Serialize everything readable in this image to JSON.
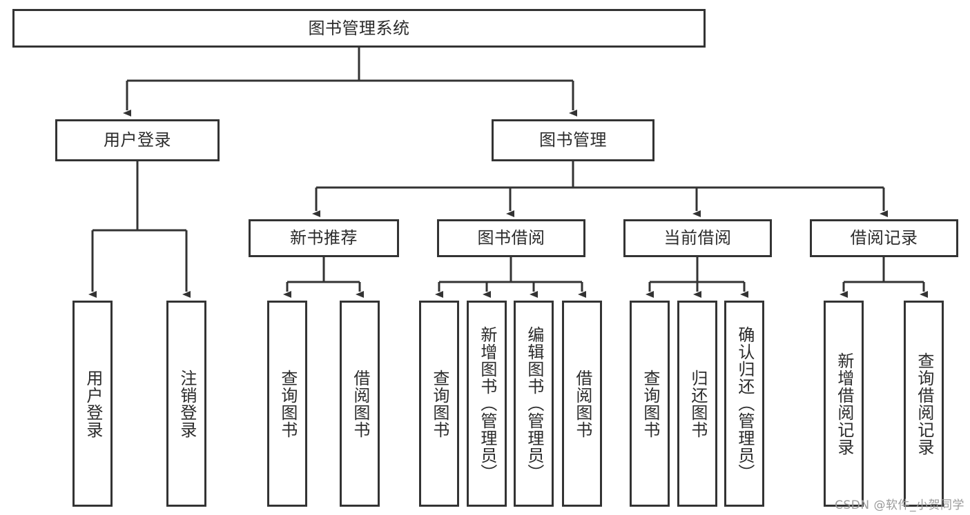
{
  "diagram": {
    "title": "图书管理系统",
    "type": "hierarchy-tree",
    "root": {
      "label": "图书管理系统"
    },
    "level1": [
      {
        "label": "用户登录"
      },
      {
        "label": "图书管理"
      }
    ],
    "level2": [
      {
        "label": "新书推荐"
      },
      {
        "label": "图书借阅"
      },
      {
        "label": "当前借阅"
      },
      {
        "label": "借阅记录"
      }
    ],
    "leaves": {
      "user_login": [
        {
          "label": "用户登录"
        },
        {
          "label": "注销登录"
        }
      ],
      "new_book_recommend": [
        {
          "label": "查询图书"
        },
        {
          "label": "借阅图书"
        }
      ],
      "book_borrow": [
        {
          "label": "查询图书"
        },
        {
          "label": "新增图书（管理员）"
        },
        {
          "label": "编辑图书（管理员）"
        },
        {
          "label": "借阅图书"
        }
      ],
      "current_borrow": [
        {
          "label": "查询图书"
        },
        {
          "label": "归还图书"
        },
        {
          "label": "确认归还（管理员）"
        }
      ],
      "borrow_record": [
        {
          "label": "新增借阅记录"
        },
        {
          "label": "查询借阅记录"
        }
      ]
    }
  },
  "watermark": {
    "text": "CSDN @软件_小贺同学"
  },
  "colors": {
    "stroke": "#333333",
    "box_fill": "#ffffff",
    "text": "#2b2b2b",
    "watermark": "#9a9a9a"
  }
}
